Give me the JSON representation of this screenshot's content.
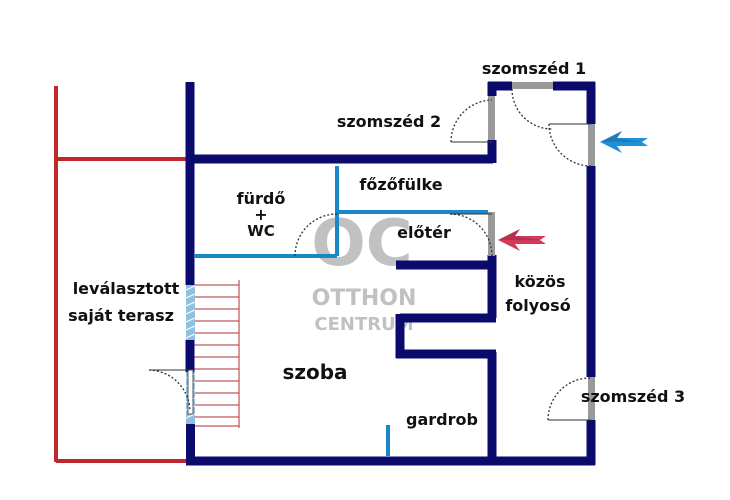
{
  "colors": {
    "wall": "#0b0b6e",
    "inner_wall": "#1888c8",
    "terrace": "#c0282e",
    "stair": "#b03030",
    "window_fill": "#8fc0e0",
    "door_panel": "#9a9a9a",
    "arrow_blue": "#1f8fd6",
    "arrow_red": "#d23a5a",
    "watermark": "#b7b7b7"
  },
  "labels": {
    "neighbor1": "szomszéd 1",
    "neighbor2": "szomszéd 2",
    "neighbor3": "szomszéd 3",
    "kitchenette": "főzőfülke",
    "bath_line1": "fürdő",
    "bath_line2": "+",
    "bath_line3": "WC",
    "hall": "előtér",
    "corridor_line1": "közös",
    "corridor_line2": "folyosó",
    "terrace_line1": "leválasztott",
    "terrace_line2": "saját terasz",
    "room": "szoba",
    "wardrobe": "gardrob"
  },
  "watermark": {
    "logo": "OC",
    "line1": "OTTHON",
    "line2": "CENTRUM"
  },
  "icons": {
    "entrance_arrow": "arrow-left-icon",
    "apartment_entry_arrow": "arrow-left-icon"
  }
}
